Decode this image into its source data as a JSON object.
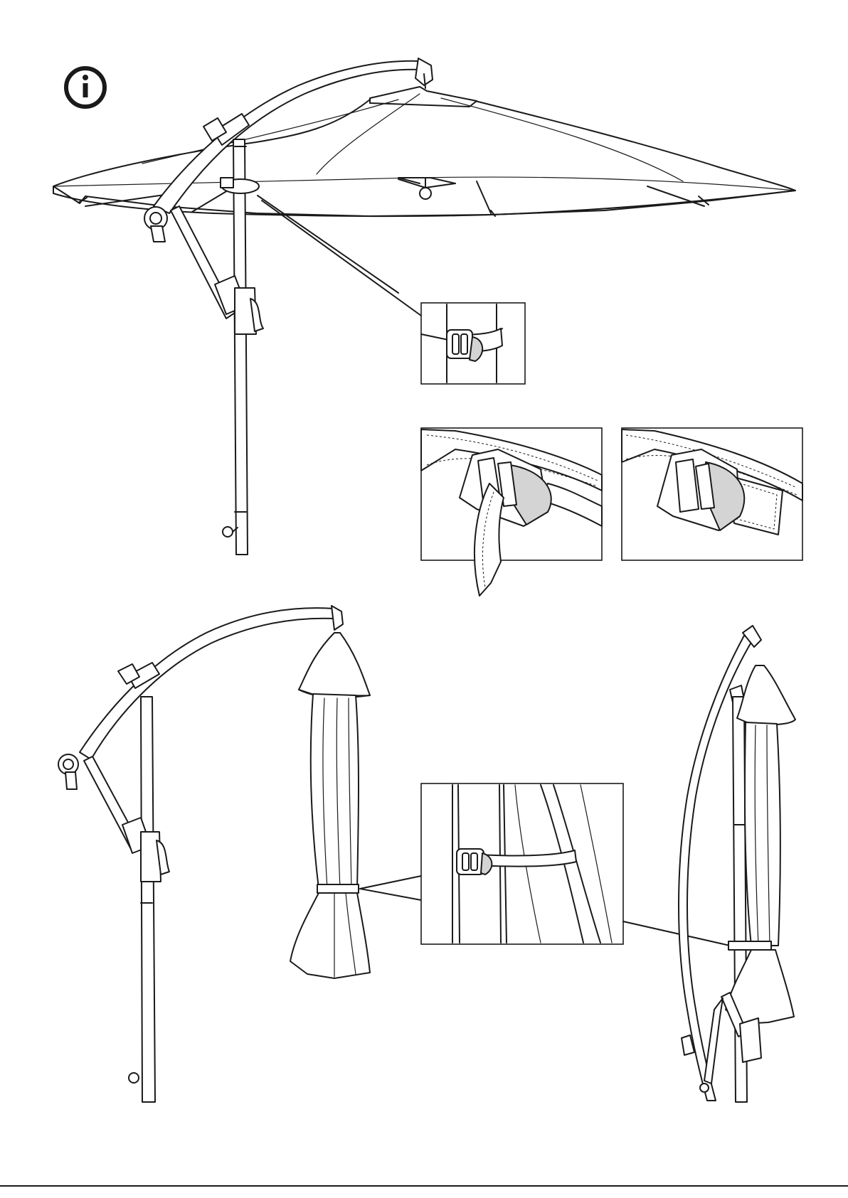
{
  "page": {
    "background": "#ffffff",
    "ink_color": "#1a1a1a",
    "accent_gray": "#d4d4d4"
  },
  "info_badge": {
    "icon": "info-icon",
    "glyph": "i"
  },
  "illustrations": [
    {
      "id": "open-umbrella",
      "shows": "cantilever-umbrella-open"
    },
    {
      "id": "strap-detail",
      "shows": "strap-on-pole-closeup"
    },
    {
      "id": "buckle-step-open",
      "shows": "strap-threaded-through-buckle"
    },
    {
      "id": "buckle-step-closed",
      "shows": "strap-fastened-in-buckle"
    },
    {
      "id": "closed-umbrella-hanging",
      "shows": "canopy-closed-hanging"
    },
    {
      "id": "strap-around-canopy-detail",
      "shows": "strap-around-closed-canopy"
    },
    {
      "id": "closed-umbrella-stowed",
      "shows": "canopy-strapped-to-pole"
    }
  ]
}
